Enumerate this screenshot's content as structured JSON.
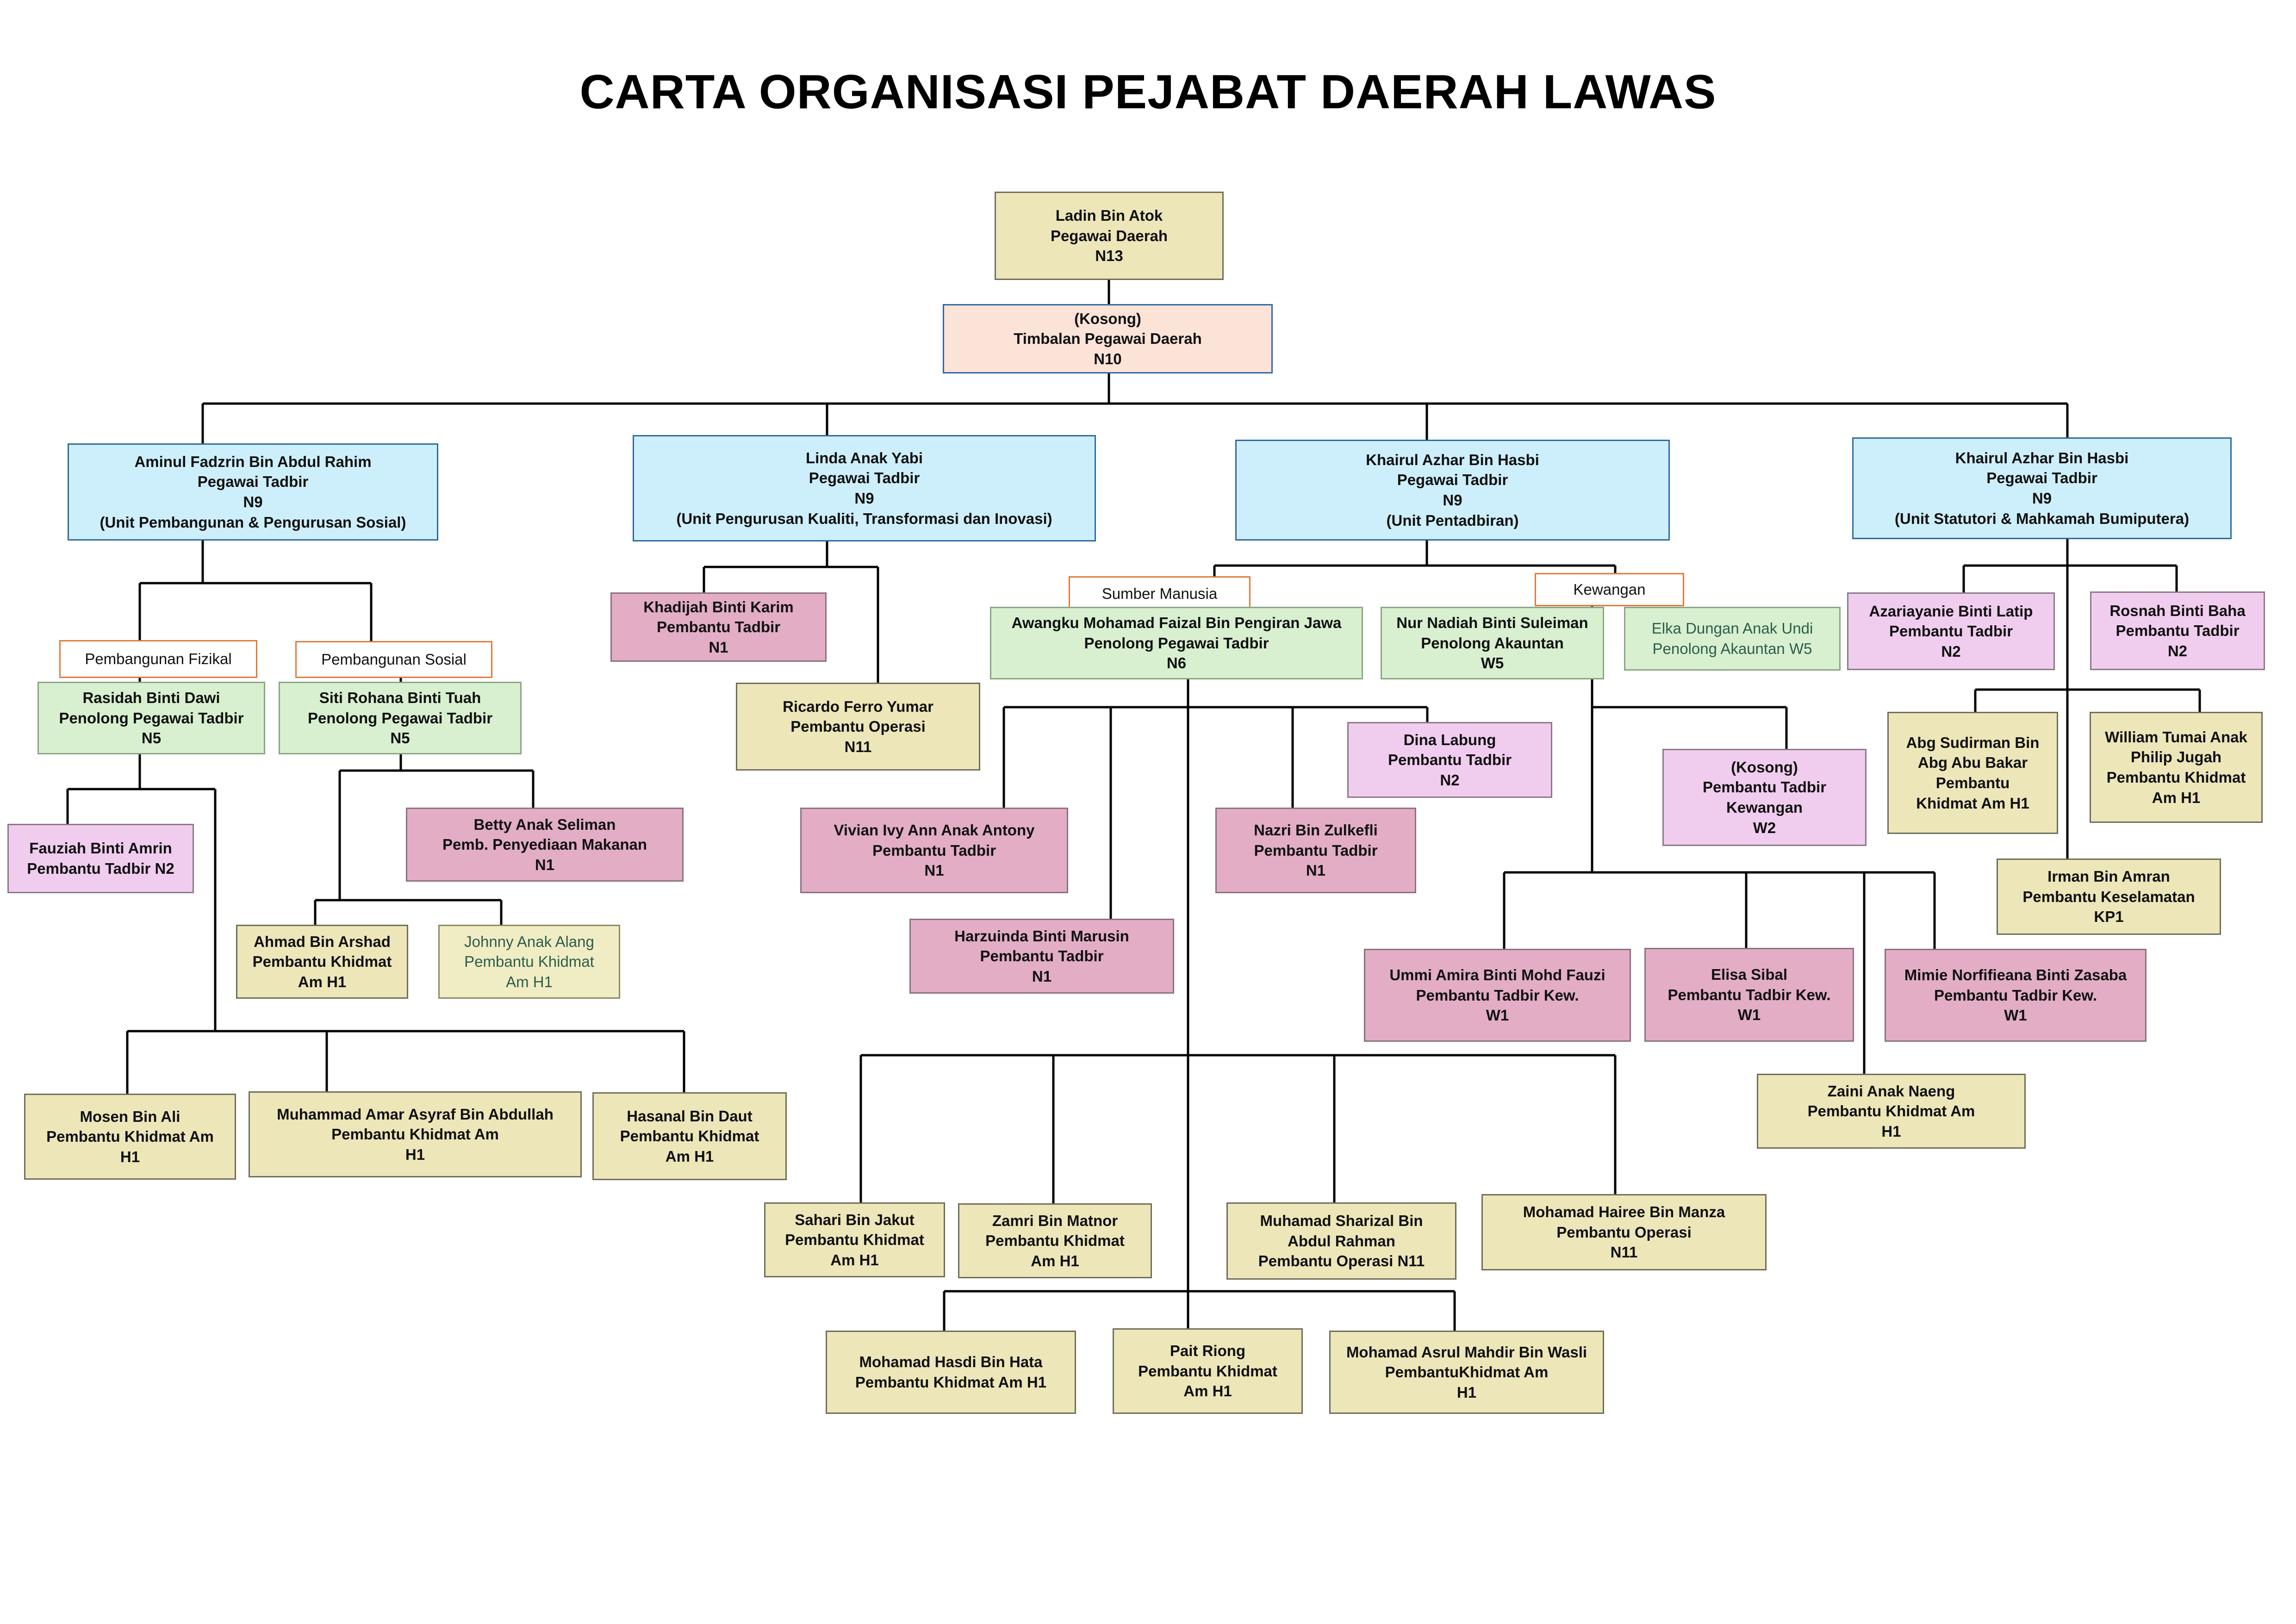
{
  "title": "CARTA ORGANISASI PEJABAT DAERAH LAWAS",
  "nodes": {
    "pegawai_daerah": [
      "Ladin Bin Atok",
      "Pegawai Daerah",
      "N13"
    ],
    "timbalan": [
      "(Kosong)",
      "Timbalan Pegawai Daerah",
      "N10"
    ],
    "unit_pembangunan_head": [
      "Aminul Fadzrin Bin Abdul Rahim",
      "Pegawai Tadbir",
      "N9",
      "(Unit Pembangunan & Pengurusan Sosial)"
    ],
    "unit_kualiti_head": [
      "Linda Anak Yabi",
      "Pegawai Tadbir",
      "N9",
      "(Unit Pengurusan Kualiti, Transformasi dan Inovasi)"
    ],
    "unit_pentadbiran_head": [
      "Khairul Azhar Bin Hasbi",
      "Pegawai Tadbir",
      "N9",
      "(Unit Pentadbiran)"
    ],
    "unit_statutori_head": [
      "Khairul Azhar Bin Hasbi",
      "Pegawai Tadbir",
      "N9",
      "(Unit Statutori & Mahkamah Bumiputera)"
    ],
    "label_fizikal": [
      "Pembangunan Fizikal"
    ],
    "label_sosial": [
      "Pembangunan Sosial"
    ],
    "label_sumber": [
      "Sumber Manusia"
    ],
    "label_kewangan": [
      "Kewangan"
    ],
    "rasidah": [
      "Rasidah Binti Dawi",
      "Penolong Pegawai Tadbir",
      "N5"
    ],
    "siti": [
      "Siti Rohana Binti Tuah",
      "Penolong Pegawai Tadbir",
      "N5"
    ],
    "fauziah": [
      "Fauziah Binti Amrin",
      "Pembantu Tadbir  N2"
    ],
    "betty": [
      "Betty Anak Seliman",
      "Pemb. Penyediaan Makanan",
      "N1"
    ],
    "ahmad": [
      "Ahmad Bin Arshad",
      "Pembantu Khidmat",
      "Am H1"
    ],
    "johnny": [
      "Johnny Anak Alang",
      "Pembantu Khidmat",
      "Am H1"
    ],
    "mosen": [
      "Mosen Bin Ali",
      "Pembantu Khidmat Am",
      "H1"
    ],
    "amar": [
      "Muhammad Amar Asyraf Bin Abdullah",
      "Pembantu Khidmat Am",
      "H1"
    ],
    "hasanal": [
      "Hasanal Bin Daut",
      "Pembantu Khidmat",
      "Am H1"
    ],
    "khadijah": [
      "Khadijah Binti Karim",
      "Pembantu Tadbir",
      "N1"
    ],
    "ricardo": [
      "Ricardo Ferro Yumar",
      "Pembantu Operasi",
      "N11"
    ],
    "awangku": [
      "Awangku Mohamad Faizal Bin Pengiran Jawa",
      "Penolong Pegawai Tadbir",
      "N6"
    ],
    "nurnadiah": [
      "Nur Nadiah Binti Suleiman",
      "Penolong Akauntan",
      "W5"
    ],
    "elka": [
      "Elka Dungan Anak Undi",
      "Penolong Akauntan W5"
    ],
    "dina": [
      "Dina Labung",
      "Pembantu Tadbir",
      "N2"
    ],
    "vivian": [
      "Vivian Ivy  Ann Anak Antony",
      "Pembantu Tadbir",
      "N1"
    ],
    "nazri": [
      "Nazri Bin Zulkefli",
      "Pembantu Tadbir",
      "N1"
    ],
    "harzuinda": [
      "Harzuinda Binti Marusin",
      "Pembantu Tadbir",
      "N1"
    ],
    "sahari": [
      "Sahari Bin Jakut",
      "Pembantu Khidmat",
      "Am H1"
    ],
    "zamri": [
      "Zamri Bin Matnor",
      "Pembantu Khidmat",
      "Am H1"
    ],
    "sharizal": [
      "Muhamad Sharizal Bin",
      "Abdul Rahman",
      "Pembantu Operasi N11"
    ],
    "hairee": [
      "Mohamad Hairee Bin Manza",
      "Pembantu Operasi",
      "N11"
    ],
    "hasdi": [
      "Mohamad Hasdi Bin Hata",
      "Pembantu Khidmat Am H1"
    ],
    "pait": [
      "Pait Riong",
      "Pembantu Khidmat",
      "Am H1"
    ],
    "asrul": [
      "Mohamad Asrul Mahdir Bin Wasli",
      "PembantuKhidmat Am",
      "H1"
    ],
    "kosong_w2": [
      "(Kosong)",
      "Pembantu Tadbir",
      "Kewangan",
      "W2"
    ],
    "ummi": [
      "Ummi Amira Binti Mohd Fauzi",
      "Pembantu Tadbir  Kew.",
      "W1"
    ],
    "elisa": [
      "Elisa Sibal",
      "Pembantu Tadbir Kew.",
      "W1"
    ],
    "mimie": [
      "Mimie Norfifieana Binti Zasaba",
      "Pembantu Tadbir Kew.",
      "W1"
    ],
    "zaini": [
      "Zaini Anak Naeng",
      "Pembantu Khidmat Am",
      "H1"
    ],
    "azariayanie": [
      "Azariayanie Binti Latip",
      "Pembantu Tadbir",
      "N2"
    ],
    "rosnah": [
      "Rosnah Binti Baha",
      "Pembantu Tadbir",
      "N2"
    ],
    "abg": [
      "Abg Sudirman Bin",
      "Abg Abu Bakar",
      "Pembantu",
      "Khidmat Am H1"
    ],
    "william": [
      "William Tumai Anak",
      "Philip Jugah",
      "Pembantu Khidmat",
      "Am H1"
    ],
    "irman": [
      "Irman Bin Amran",
      "Pembantu Keselamatan",
      "KP1"
    ]
  }
}
